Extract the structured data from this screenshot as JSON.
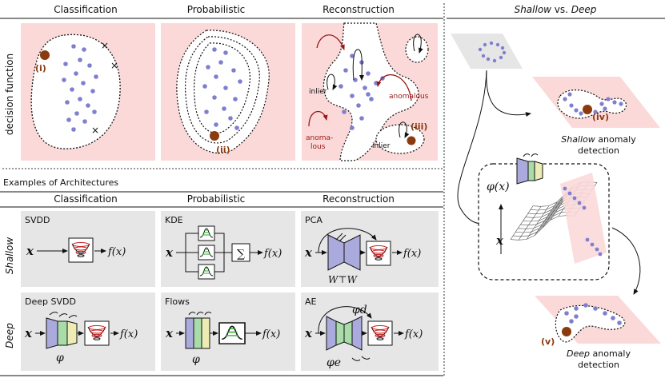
{
  "top": {
    "columns": [
      "Classification",
      "Probabilistic",
      "Reconstruction"
    ],
    "row_label": "decision function",
    "panel_labels": {
      "i": "(i)",
      "ii": "(ii)",
      "iii": "(iii)"
    },
    "recon_labels": {
      "inlier_a": "inlier",
      "inlier_b": "inlier",
      "anomalous_a": "anomalous",
      "anomalous_b_1": "anoma-",
      "anomalous_b_2": "lous"
    }
  },
  "arch": {
    "section_title": "Examples of Architectures",
    "columns": [
      "Classification",
      "Probabilistic",
      "Reconstruction"
    ],
    "row_labels": {
      "shallow": "Shallow",
      "deep": "Deep"
    },
    "cells": {
      "svdd": "SVDD",
      "kde": "KDE",
      "pca": "PCA",
      "deep_svdd": "Deep SVDD",
      "flows": "Flows",
      "ae": "AE"
    },
    "symbols": {
      "x": "x",
      "fx": "f(x)",
      "sum": "∑",
      "phi": "φ",
      "phi_d": "φd",
      "phi_e": "φe",
      "wtw": "W⊤W"
    }
  },
  "right": {
    "title_shallow": "Shallow",
    "title_vs": " vs. ",
    "title_deep": "Deep",
    "phi_x": "φ(x)",
    "x": "x",
    "label_iv": "(iv)",
    "label_v": "(v)",
    "shallow_caption_1_em": "Shallow",
    "shallow_caption_1_rest": " anomaly",
    "shallow_caption_2": "detection",
    "deep_caption_1_em": "Deep",
    "deep_caption_1_rest": " anomaly",
    "deep_caption_2": "detection"
  },
  "colors": {
    "pink": "#fbd9d9",
    "dot": "#7f7fcf",
    "anomaly": "#8b3a0e",
    "arrow_red": "#9a1818",
    "cell_bg": "#e6e6e6",
    "net_blue": "#aaaadd",
    "net_green": "#aadcaa",
    "net_yellow": "#ececb4",
    "bowl_red": "#cc2222",
    "gauss_green": "#33aa33"
  }
}
